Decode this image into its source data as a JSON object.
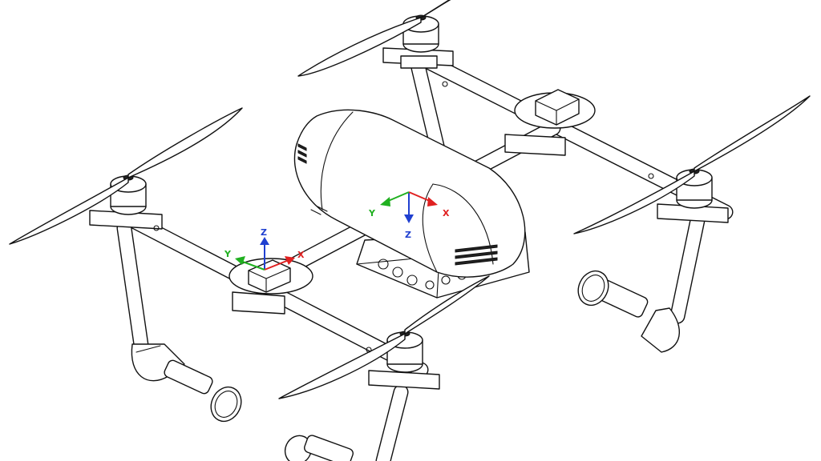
{
  "triads": [
    {
      "axes": {
        "x": "X",
        "y": "Y",
        "z": "Z"
      }
    },
    {
      "axes": {
        "x": "X",
        "y": "Y",
        "z": "Z"
      }
    }
  ],
  "colors": {
    "x_axis": "#e02020",
    "y_axis": "#20b020",
    "z_axis": "#2040d0",
    "linework": "#111111",
    "background": "#ffffff"
  }
}
